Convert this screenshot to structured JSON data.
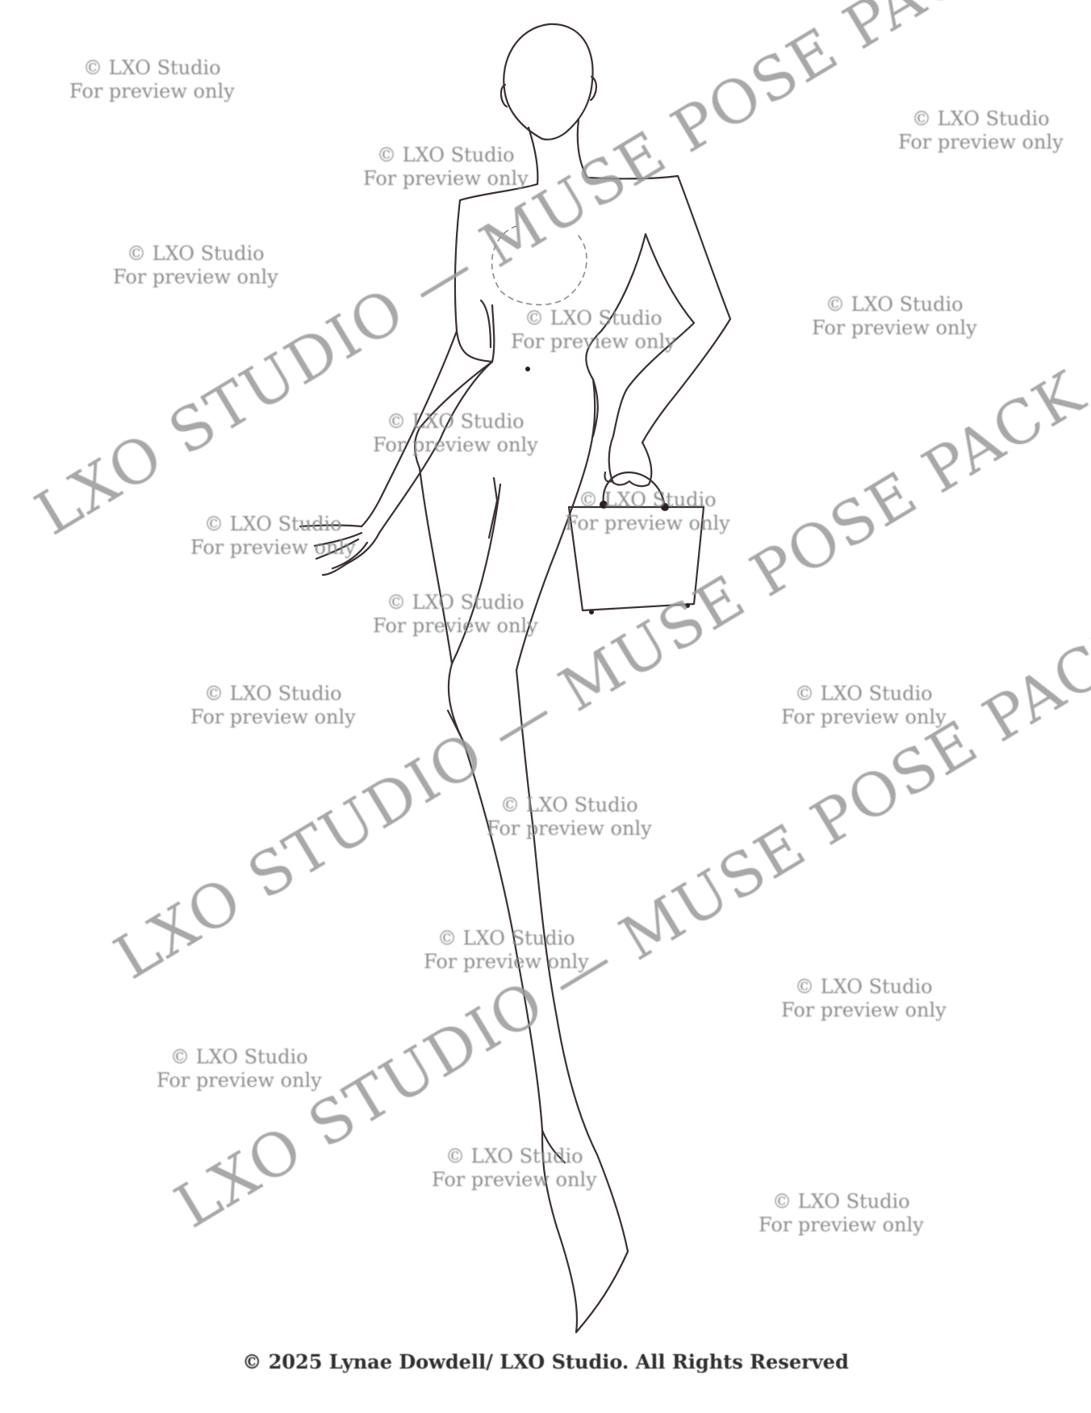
{
  "watermarks": {
    "diagonal": [
      {
        "text": "LXO STUDIO — MUSE POSE PACK"
      },
      {
        "text": "LXO STUDIO — MUSE POSE PACK"
      },
      {
        "text": "LXO STUDIO — MUSE POSE PACK"
      }
    ],
    "stamp_line1": "© LXO Studio",
    "stamp_line2": "For preview only"
  },
  "footer": {
    "copyright": "© 2025 Lynae Dowdell/ LXO Studio. All Rights Reserved"
  },
  "colors": {
    "background": "#ffffff",
    "line_art": "#3a3032",
    "watermark": "#9a9a9a"
  }
}
